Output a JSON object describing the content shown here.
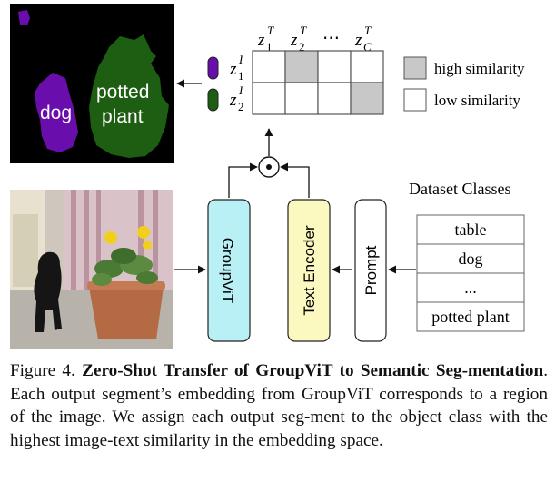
{
  "segmentation": {
    "label_dog": "dog",
    "label_potted_plant_line1": "potted",
    "label_potted_plant_line2": "plant"
  },
  "similarity_matrix": {
    "col_headers": [
      {
        "base": "z",
        "sub": "1",
        "sup": "T"
      },
      {
        "base": "z",
        "sub": "2",
        "sup": "T"
      },
      {
        "base": "⋯",
        "sub": "",
        "sup": ""
      },
      {
        "base": "z",
        "sub": "C",
        "sup": "T"
      }
    ],
    "row_headers": [
      {
        "base": "z",
        "sub": "1",
        "sup": "I"
      },
      {
        "base": "z",
        "sub": "2",
        "sup": "I"
      }
    ],
    "highlighted_cells": [
      [
        0,
        1
      ],
      [
        1,
        3
      ]
    ]
  },
  "legend": {
    "high": "high similarity",
    "low": "low similarity"
  },
  "modules": {
    "groupvit": "GroupViT",
    "text_encoder": "Text Encoder",
    "prompt": "Prompt",
    "product_symbol": "⊙"
  },
  "dataset": {
    "title": "Dataset Classes",
    "classes": [
      "table",
      "dog",
      "...",
      "potted plant"
    ]
  },
  "caption": {
    "prefix": "Figure 4. ",
    "bold": "Zero-Shot Transfer of GroupViT to Semantic Seg-mentation",
    "body": ". Each output segment’s embedding from GroupViT corresponds to a region of the image. We assign each output seg-ment to the object class with the highest image-text similarity in the embedding space."
  },
  "colors": {
    "purple_segment": "#6a0dad",
    "green_segment": "#1d5e12",
    "groupvit_fill": "#b8f0f5",
    "text_encoder_fill": "#fbf9bf",
    "matrix_highlight": "#c8c8c8"
  }
}
